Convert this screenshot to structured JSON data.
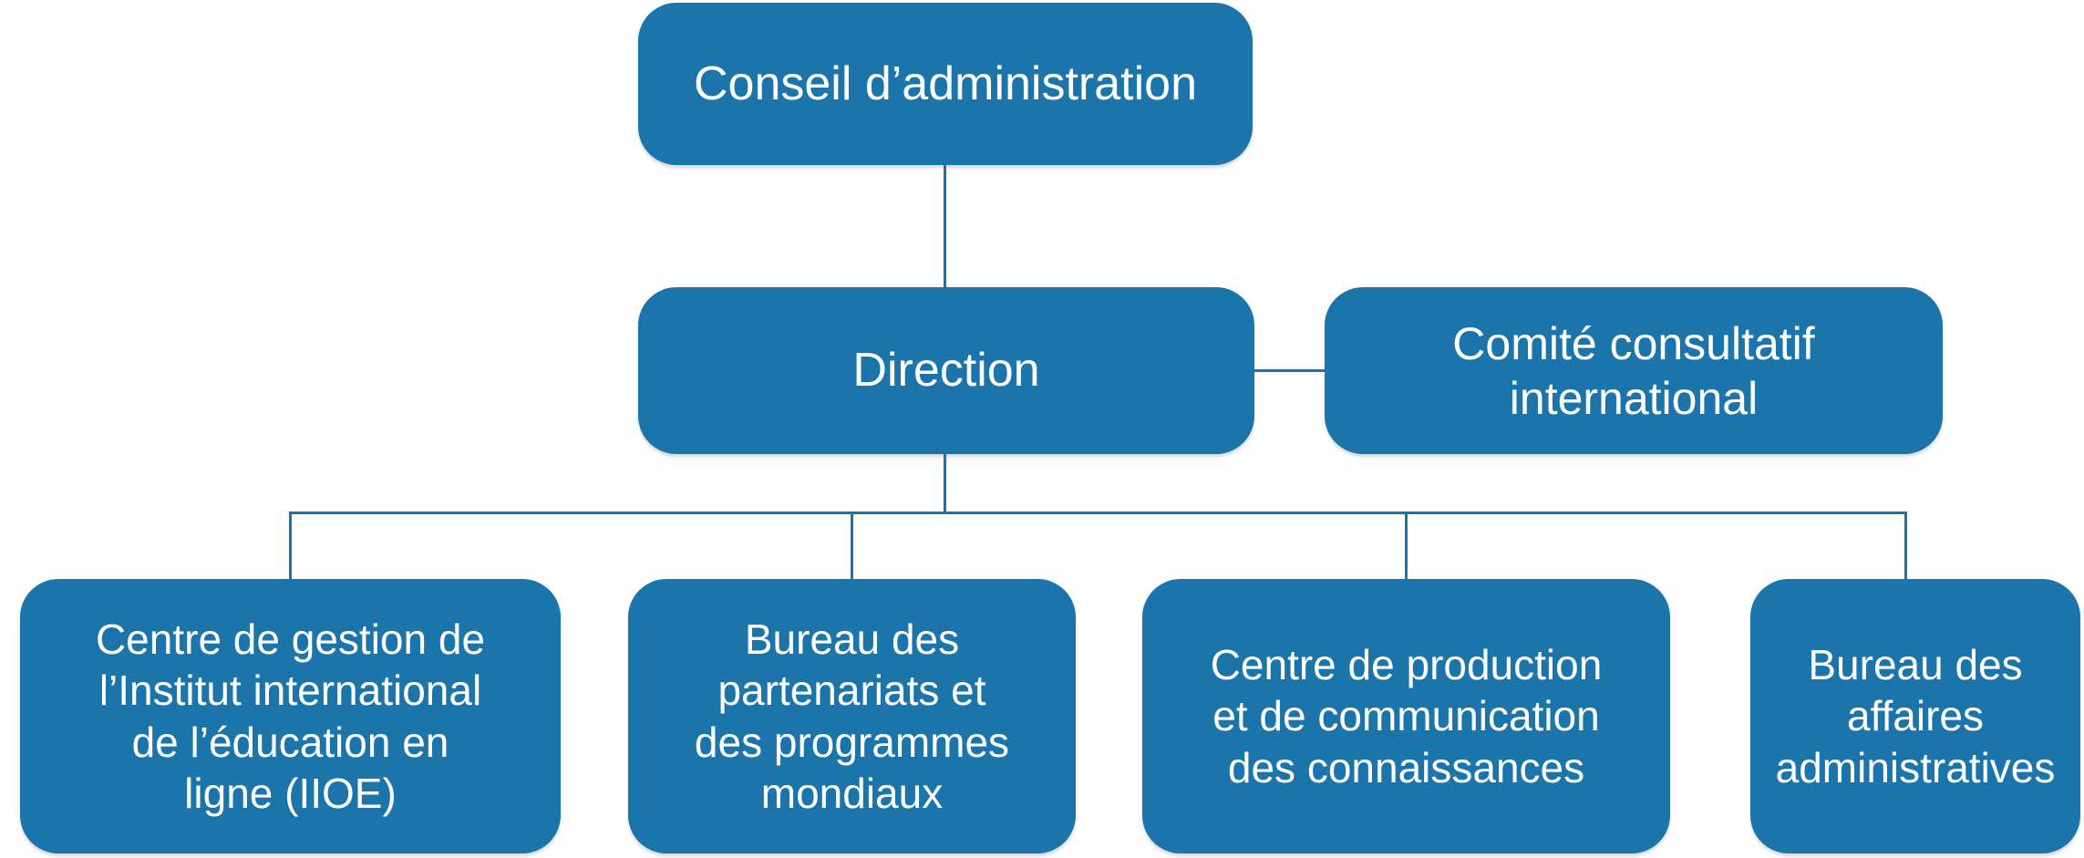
{
  "diagram": {
    "type": "org-chart",
    "language": "fr",
    "colors": {
      "node_fill": "#1B75AB",
      "node_text": "#FFFFFF",
      "connector": "#1B75AB",
      "background": "#FFFFFF"
    },
    "nodes": {
      "conseil": {
        "label": "Conseil d’administration",
        "level": 1
      },
      "direction": {
        "label": "Direction",
        "level": 2
      },
      "comite": {
        "label": "Comité consultatif\ninternational",
        "level": 2
      },
      "dept_iioe": {
        "label": "Centre de gestion de\nl’Institut international\nde l’éducation en\nligne (IIOE)",
        "level": 3
      },
      "dept_partenariats": {
        "label": "Bureau des\npartenariats et\ndes programmes\nmondiaux",
        "level": 3
      },
      "dept_production": {
        "label": "Centre de production\net de communication\ndes connaissances",
        "level": 3
      },
      "dept_affaires": {
        "label": "Bureau des\naffaires\nadministratives",
        "level": 3
      }
    },
    "edges": [
      {
        "from": "conseil",
        "to": "direction"
      },
      {
        "from": "direction",
        "to": "comite"
      },
      {
        "from": "direction",
        "to": "dept_iioe"
      },
      {
        "from": "direction",
        "to": "dept_partenariats"
      },
      {
        "from": "direction",
        "to": "dept_production"
      },
      {
        "from": "direction",
        "to": "dept_affaires"
      }
    ]
  }
}
